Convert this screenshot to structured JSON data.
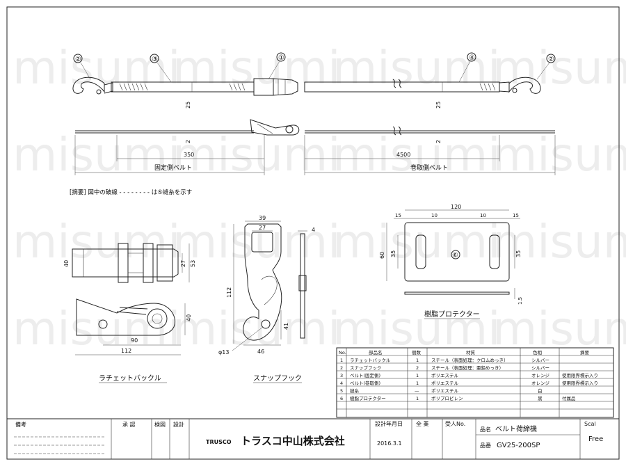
{
  "watermark": "misumi",
  "callouts": [
    "②",
    "③",
    "①",
    "④",
    "②"
  ],
  "dimensions": {
    "belt_width_left": "25",
    "belt_width_right": "25",
    "belt_thick_left": "2",
    "belt_thick_right": "2",
    "fixed_length": "350",
    "wind_length": "4500",
    "buckle_height": "40",
    "buckle_inner": "27",
    "buckle_outer": "53",
    "buckle_side_h": "40",
    "buckle_len_inner": "90",
    "buckle_len_total": "112",
    "hook_top_outer": "39",
    "hook_top_inner": "27",
    "hook_thick": "4",
    "hook_height": "112",
    "hook_lower": "41",
    "hook_width": "46",
    "hook_pin": "φ13",
    "prot_total": "120",
    "prot_left_off": "15",
    "prot_slot1": "10",
    "prot_slot2": "10",
    "prot_right_off": "15",
    "prot_height": "60",
    "prot_slot_h_left": "35",
    "prot_slot_h_right": "35",
    "prot_thick": "1.5"
  },
  "labels": {
    "fixed_belt": "固定側ベルト",
    "wind_belt": "巻取側ベルト",
    "note": "[摘要]  図中の破線 - - - - - - - -  は⑤縫糸を示す",
    "ratchet_buckle": "ラチェットバックル",
    "snap_hook": "スナップフック",
    "protector": "樹脂プロテクター",
    "protector_num": "⑥"
  },
  "bom": {
    "headers": [
      "No.",
      "部品名",
      "個数",
      "材質",
      "色相",
      "摘要"
    ],
    "rows": [
      [
        "1",
        "ラチェットバックル",
        "1",
        "スチール（表面処理：クロムめっき）",
        "シルバー",
        ""
      ],
      [
        "2",
        "スナップフック",
        "2",
        "スチール（表面処理：亜鉛めっき）",
        "シルバー",
        ""
      ],
      [
        "3",
        "ベルト(固定側)",
        "1",
        "ポリエステル",
        "オレンジ",
        "使用限界標示入り"
      ],
      [
        "4",
        "ベルト(巻取側)",
        "1",
        "ポリエステル",
        "オレンジ",
        "使用限界標示入り"
      ],
      [
        "5",
        "縫糸",
        "—",
        "ポリエステル",
        "白",
        ""
      ],
      [
        "6",
        "樹脂プロテクター",
        "1",
        "ポリプロピレン",
        "黒",
        "付属品"
      ]
    ]
  },
  "titleblock": {
    "remarks": "備考",
    "approve": "承 認",
    "check": "検図",
    "design": "設計",
    "brand": "TRUSCO",
    "company": "トラスコ中山株式会社",
    "design_date_label": "設計年月日",
    "design_date": "2016.3.1",
    "all": "全 業",
    "order_no": "受人No.",
    "product_label": "品名",
    "product_name": "ベルト荷締機",
    "part_label": "品番",
    "part_no": "GV25-200SP",
    "scale_label": "Scal",
    "scale_value": "Free"
  }
}
